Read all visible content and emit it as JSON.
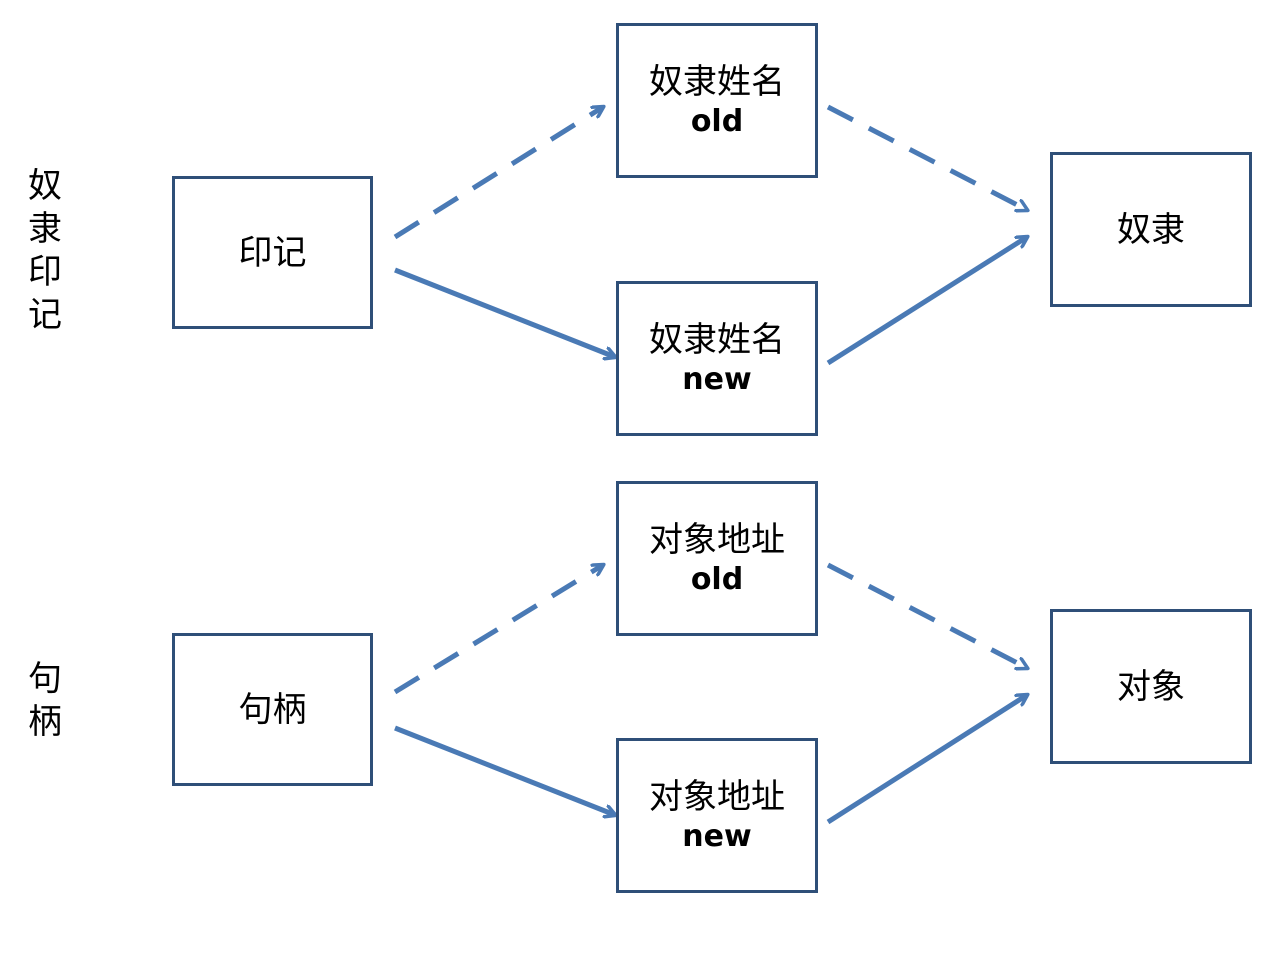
{
  "side_labels": {
    "top": "奴\n隶\n印\n记",
    "bottom": "句\n柄"
  },
  "top_group": {
    "source_box": "印记",
    "old_box": {
      "name": "奴隶姓名",
      "tag": "old"
    },
    "new_box": {
      "name": "奴隶姓名",
      "tag": "new"
    },
    "target_box": "奴隶"
  },
  "bottom_group": {
    "source_box": "句柄",
    "old_box": {
      "name": "对象地址",
      "tag": "old"
    },
    "new_box": {
      "name": "对象地址",
      "tag": "new"
    },
    "target_box": "对象"
  },
  "colors": {
    "arrow": "#4a7ab5",
    "box_border": "#2f4f78"
  }
}
